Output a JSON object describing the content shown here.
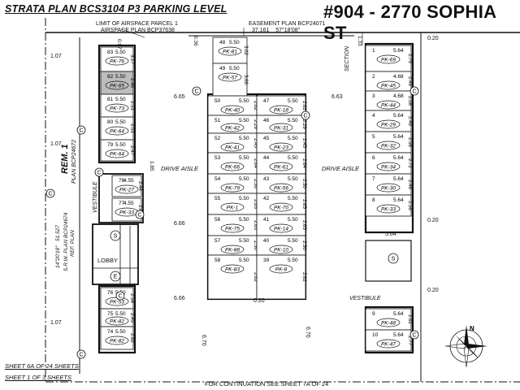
{
  "header": {
    "title": "STRATA PLAN BCS3104  P3 PARKING LEVEL",
    "unit": "#904 - 2770 SOPHIA ST"
  },
  "footer": {
    "sheet_a": "SHEET 6A OF 24 SHEETS",
    "sheet_b": "SHEET 1 OF 3 SHEETS",
    "continuation": "FOR CONTINUATION SEE SHEET 7A OF 24"
  },
  "annotations": {
    "airspace_1": "LIMIT OF AIRSPACE PARCEL 1",
    "airspace_2": "AIRSPACE PLAN BCP37638",
    "easement": "EASEMENT PLAN BCP24071",
    "easement_dims": "37.161    57°18'08\"",
    "rem": "REM. 1",
    "plan": "PLAN BCP24672",
    "vestibule_left": "VESTIBULE",
    "vestibule_right": "VESTIBULE",
    "lobby": "LOBBY",
    "section": "SECTION",
    "drive_aisle_left": "DRIVE AISLE",
    "drive_aisle_right": "DRIVE AISLE",
    "srw_1": "14\"20'18\"   51.527",
    "srw_2": "S.R.W. PLAN BCP24674",
    "srw_3": "REF. PLAN",
    "dim_665_left": "6.65",
    "dim_663": "6.63",
    "dim_666_top": "6.66",
    "dim_666_bot": "6.66",
    "dim_670_left": "6.70",
    "dim_670_right": "6.70",
    "dim_020_a": "0.20",
    "dim_020_b": "0.20",
    "dim_020_c": "0.20",
    "dim_020_d": "0.20",
    "dim_107_a": "1.07",
    "dim_107_b": "1.07",
    "dim_107_c": "1.07",
    "dim_097": "0.97",
    "dim_133": "1.33",
    "dim_036": "0.36",
    "dim_564_bottom": "5.64",
    "dim_185": "1.85"
  },
  "stalls": [
    {
      "num": "83",
      "pk": "PK-76",
      "width": "5.50",
      "side": "3.17",
      "shaded": false
    },
    {
      "num": "82",
      "pk": "PK-65",
      "width": "5.50",
      "side": "2.46",
      "shaded": true
    },
    {
      "num": "81",
      "pk": "PK-73",
      "width": "5.50",
      "side": "2.51",
      "shaded": false
    },
    {
      "num": "80",
      "pk": "PK-64",
      "width": "5.50",
      "side": "2.51",
      "shaded": false
    },
    {
      "num": "79",
      "pk": "PK-64",
      "width": "5.50",
      "side": "2.47",
      "shaded": false
    },
    {
      "num": "78",
      "pk": "PK-27",
      "width": "4.55",
      "side": "2.44",
      "shaded": false
    },
    {
      "num": "77",
      "pk": "PK-33",
      "width": "4.55",
      "side": "2.64",
      "shaded": false
    },
    {
      "num": "76",
      "pk": "PK-53",
      "width": "5.50",
      "side": "2.58",
      "shaded": false
    },
    {
      "num": "75",
      "pk": "PK-82",
      "width": "5.50",
      "side": "2.45",
      "shaded": false
    },
    {
      "num": "74",
      "pk": "PK-82",
      "width": "5.50",
      "side": "2.62",
      "shaded": false
    },
    {
      "num": "48",
      "pk": "PK-81",
      "width": "5.50",
      "side": "3.02",
      "shaded": false
    },
    {
      "num": "49",
      "pk": "PK-57",
      "width": "5.50",
      "side": "3.66",
      "shaded": false
    },
    {
      "num": "50",
      "pk": "PK-40",
      "width": "5.50",
      "side": "2.62",
      "shaded": false
    },
    {
      "num": "51",
      "pk": "PK-42",
      "width": "5.50",
      "side": "2.29",
      "shaded": false
    },
    {
      "num": "52",
      "pk": "PK-41",
      "width": "5.50",
      "side": "2.45",
      "shaded": false
    },
    {
      "num": "53",
      "pk": "PK-66",
      "width": "5.50",
      "side": "2.64",
      "shaded": false
    },
    {
      "num": "54",
      "pk": "PK-79",
      "width": "5.50",
      "side": "2.50",
      "shaded": false
    },
    {
      "num": "55",
      "pk": "PK-1",
      "width": "5.50",
      "side": "2.65",
      "shaded": false
    },
    {
      "num": "56",
      "pk": "PK-75",
      "width": "5.50",
      "side": "2.65",
      "shaded": false
    },
    {
      "num": "57",
      "pk": "PK-88",
      "width": "5.50",
      "side": "2.50",
      "shaded": false
    },
    {
      "num": "58",
      "pk": "PK-83",
      "width": "5.50",
      "side": "2.62",
      "shaded": false
    },
    {
      "num": "47",
      "pk": "PK-18",
      "width": "5.50",
      "side": "2.62",
      "shaded": false
    },
    {
      "num": "46",
      "pk": "PK-31",
      "width": "5.50",
      "side": "2.29",
      "shaded": false
    },
    {
      "num": "45",
      "pk": "PK-23",
      "width": "5.50",
      "side": "2.45",
      "shaded": false
    },
    {
      "num": "44",
      "pk": "PK-61",
      "width": "5.50",
      "side": "2.64",
      "shaded": false
    },
    {
      "num": "43",
      "pk": "PK-56",
      "width": "5.50",
      "side": "2.50",
      "shaded": false
    },
    {
      "num": "42",
      "pk": "PK-70",
      "width": "5.50",
      "side": "2.65",
      "shaded": false
    },
    {
      "num": "41",
      "pk": "PK-14",
      "width": "5.50",
      "side": "2.65",
      "shaded": false
    },
    {
      "num": "40",
      "pk": "PK-10",
      "width": "5.50",
      "side": "2.50",
      "shaded": false
    },
    {
      "num": "39",
      "pk": "PK-8",
      "width": "5.50",
      "side": "2.62",
      "shaded": false
    },
    {
      "num": "1",
      "pk": "PK-69",
      "width": "5.64",
      "side": "2.79",
      "shaded": false
    },
    {
      "num": "2",
      "pk": "PK-45",
      "width": "4.68",
      "side": "2.49",
      "shaded": false
    },
    {
      "num": "3",
      "pk": "PK-44",
      "width": "4.68",
      "side": "2.58",
      "shaded": false
    },
    {
      "num": "4",
      "pk": "PK-29",
      "width": "5.64",
      "side": "2.49",
      "shaded": false
    },
    {
      "num": "5",
      "pk": "PK-32",
      "width": "5.64",
      "side": "2.58",
      "shaded": false
    },
    {
      "num": "6",
      "pk": "PK-34",
      "width": "5.64",
      "side": "2.72",
      "shaded": false
    },
    {
      "num": "7",
      "pk": "PK-30",
      "width": "5.64",
      "side": "2.48",
      "shaded": false
    },
    {
      "num": "8",
      "pk": "PK-33",
      "width": "5.64",
      "side": "2.56",
      "shaded": false
    },
    {
      "num": "9",
      "pk": "PK-48",
      "width": "5.64",
      "side": "2.62",
      "shaded": false
    },
    {
      "num": "10",
      "pk": "PK-47",
      "width": "5.64",
      "side": "2.77",
      "shaded": false
    }
  ],
  "symbols": {
    "column": "C",
    "stair": "S",
    "elevator": "E"
  },
  "compass": {
    "north": "N"
  }
}
